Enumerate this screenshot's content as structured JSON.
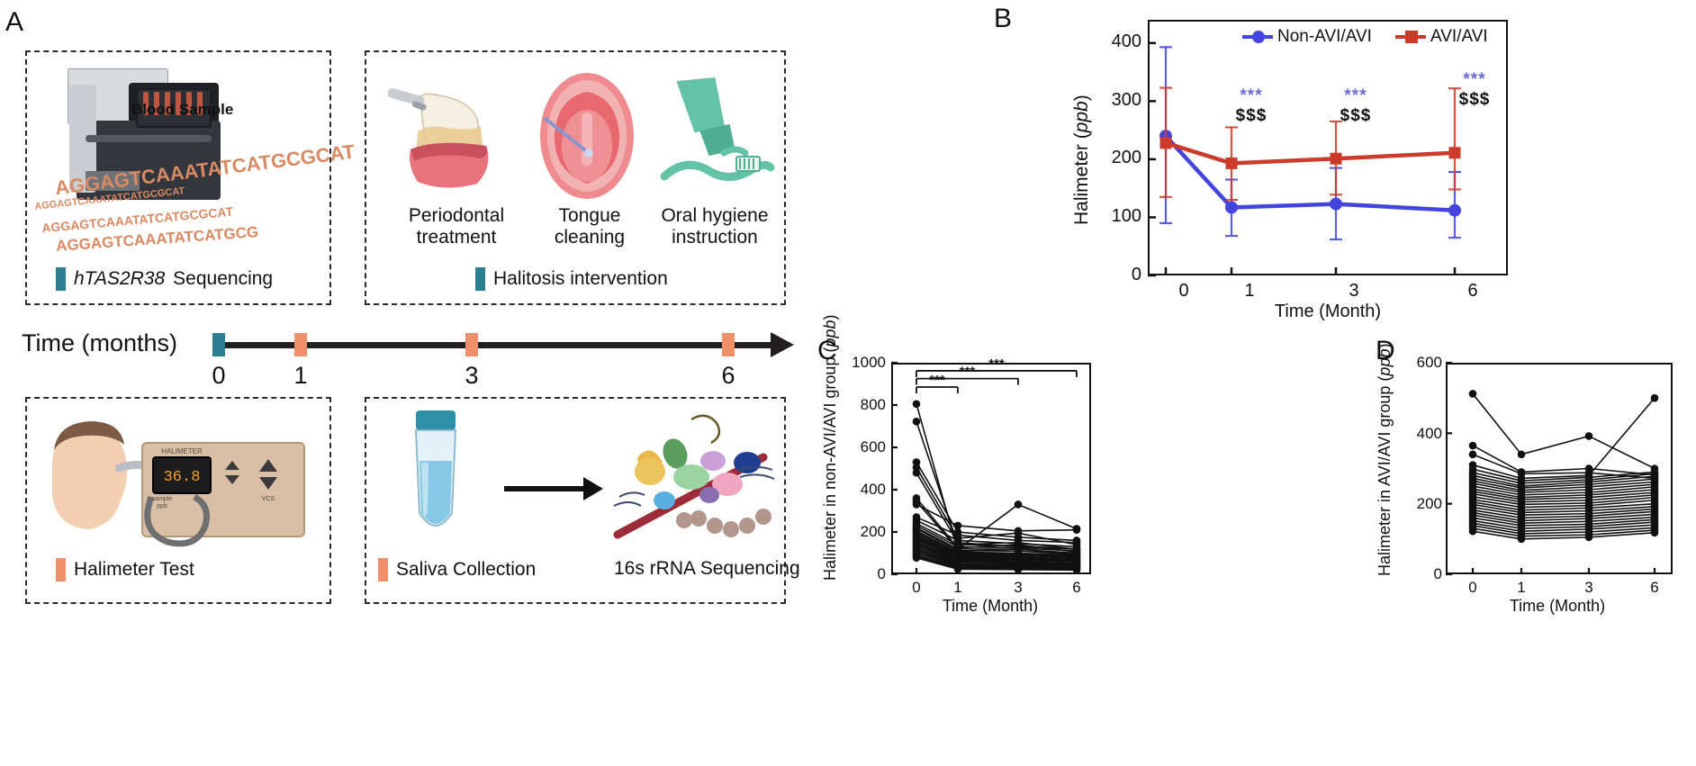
{
  "panels": {
    "a": {
      "letter": "A"
    },
    "b": {
      "letter": "B"
    },
    "c": {
      "letter": "C"
    },
    "d": {
      "letter": "D"
    }
  },
  "panel_a": {
    "box1": {
      "caption": "Sequencing",
      "caption_italic": "hTAS2R38",
      "swatch_color": "#2a7f93",
      "blood_label": "Blood Sample",
      "dna_lines": [
        "AGGAGTCAAATATCATGCGCAT",
        "AGGAGTCAAATATCATGCGCAT",
        "AGGAGTCAAATATCATGCG",
        "AGGAGTCAAATATCATGCGCAT"
      ]
    },
    "box2": {
      "caption": "Halitosis intervention",
      "swatch_color": "#2a7f93",
      "items": [
        {
          "line1": "Periodontal",
          "line2": "treatment"
        },
        {
          "line1": "Tongue",
          "line2": "cleaning"
        },
        {
          "line1": "Oral hygiene",
          "line2": "instruction"
        }
      ]
    },
    "box3": {
      "caption": "Halimeter Test",
      "swatch_color": "#f0906a",
      "device_text": "HALIMETER",
      "device_reading": "36.8",
      "device_sub": "ppb"
    },
    "box4": {
      "caption_left": "Saliva Collection",
      "caption_right": "16s rRNA Sequencing",
      "swatch_color": "#f0906a"
    },
    "timeline": {
      "label": "Time (months)",
      "ticks": [
        "0",
        "1",
        "3",
        "6"
      ],
      "tick_colors": [
        "#2a7f93",
        "#f0906a",
        "#f0906a",
        "#f0906a"
      ]
    }
  },
  "chart_data": [
    {
      "type": "line",
      "panel": "B",
      "title": "",
      "xlabel": "Time (Month)",
      "ylabel": "Halimeter (ppb)",
      "ylabel_plain": "Halimeter (",
      "ylabel_italic": "ppb",
      "ylabel_tail": ")",
      "x": [
        0,
        1,
        3,
        6
      ],
      "xticklabels": [
        "0",
        "1",
        "3",
        "6"
      ],
      "yticklabels": [
        "0",
        "100",
        "200",
        "300",
        "400"
      ],
      "ylim": [
        0,
        440
      ],
      "xlim": [
        -0.6,
        6.9
      ],
      "grid": false,
      "legend_position": "top-center",
      "series": [
        {
          "name": "Non-AVI/AVI",
          "color": "#4343dd",
          "marker": "circle",
          "values": [
            240,
            117,
            123,
            112
          ],
          "err_low": [
            90,
            68,
            62,
            65
          ],
          "err_high": [
            393,
            165,
            185,
            178
          ]
        },
        {
          "name": "AVI/AVI",
          "color": "#cb3a2b",
          "marker": "square",
          "values": [
            228,
            193,
            201,
            211
          ],
          "err_low": [
            135,
            130,
            139,
            148
          ],
          "err_high": [
            323,
            255,
            265,
            322
          ]
        }
      ],
      "annotations": [
        {
          "x": 1,
          "star": "***",
          "dollar": "$$$",
          "star_color": "#6a6ae0"
        },
        {
          "x": 3,
          "star": "***",
          "dollar": "$$$",
          "star_color": "#6a6ae0"
        },
        {
          "x": 6,
          "star": "***",
          "dollar": "$$$",
          "star_color": "#6a6ae0"
        }
      ]
    },
    {
      "type": "line",
      "panel": "C",
      "xlabel": "Time (Month)",
      "ylabel_plain": "Halimeter in non-AVI/AVI group (",
      "ylabel_italic": "ppb",
      "ylabel_tail": ")",
      "x": [
        0,
        1,
        3,
        6
      ],
      "xticklabels": [
        "0",
        "1",
        "3",
        "6"
      ],
      "yticklabels": [
        "0",
        "200",
        "400",
        "600",
        "800",
        "1000"
      ],
      "ylim": [
        0,
        1000
      ],
      "grid": false,
      "brackets": [
        {
          "from": 0,
          "to": 1,
          "label": "***"
        },
        {
          "from": 0,
          "to": 3,
          "label": "***"
        },
        {
          "from": 0,
          "to": 6,
          "label": "***"
        }
      ],
      "subjects": [
        [
          805,
          108,
          120,
          95
        ],
        [
          722,
          140,
          150,
          118
        ],
        [
          530,
          200,
          175,
          160
        ],
        [
          505,
          170,
          195,
          140
        ],
        [
          480,
          150,
          130,
          120
        ],
        [
          360,
          125,
          140,
          105
        ],
        [
          345,
          118,
          330,
          215
        ],
        [
          330,
          230,
          205,
          210
        ],
        [
          270,
          185,
          160,
          150
        ],
        [
          255,
          160,
          145,
          130
        ],
        [
          240,
          140,
          135,
          118
        ],
        [
          230,
          130,
          125,
          110
        ],
        [
          220,
          120,
          118,
          100
        ],
        [
          215,
          112,
          110,
          95
        ],
        [
          205,
          105,
          100,
          90
        ],
        [
          198,
          100,
          95,
          85
        ],
        [
          190,
          95,
          90,
          80
        ],
        [
          182,
          90,
          88,
          78
        ],
        [
          175,
          85,
          82,
          72
        ],
        [
          168,
          82,
          78,
          68
        ],
        [
          160,
          78,
          75,
          65
        ],
        [
          152,
          72,
          70,
          60
        ],
        [
          145,
          68,
          66,
          58
        ],
        [
          138,
          62,
          60,
          52
        ],
        [
          130,
          58,
          56,
          48
        ],
        [
          122,
          52,
          50,
          45
        ],
        [
          115,
          48,
          45,
          40
        ],
        [
          108,
          42,
          40,
          35
        ],
        [
          100,
          38,
          36,
          32
        ],
        [
          92,
          32,
          30,
          28
        ],
        [
          85,
          28,
          26,
          24
        ],
        [
          78,
          24,
          22,
          20
        ]
      ]
    },
    {
      "type": "line",
      "panel": "D",
      "xlabel": "Time (Month)",
      "ylabel_plain": "Halimeter in AVI/AVI group (",
      "ylabel_italic": "ppb",
      "ylabel_tail": ")",
      "x": [
        0,
        1,
        3,
        6
      ],
      "xticklabels": [
        "0",
        "1",
        "3",
        "6"
      ],
      "yticklabels": [
        "0",
        "200",
        "400",
        "600"
      ],
      "ylim": [
        0,
        600
      ],
      "grid": false,
      "subjects": [
        [
          512,
          340,
          392,
          300
        ],
        [
          365,
          290,
          300,
          282
        ],
        [
          340,
          285,
          288,
          272
        ],
        [
          310,
          272,
          280,
          500
        ],
        [
          298,
          265,
          275,
          290
        ],
        [
          288,
          258,
          268,
          285
        ],
        [
          280,
          250,
          262,
          278
        ],
        [
          272,
          245,
          255,
          270
        ],
        [
          265,
          238,
          248,
          262
        ],
        [
          258,
          232,
          240,
          255
        ],
        [
          250,
          225,
          232,
          248
        ],
        [
          242,
          218,
          225,
          240
        ],
        [
          235,
          212,
          218,
          232
        ],
        [
          228,
          205,
          210,
          225
        ],
        [
          220,
          198,
          202,
          218
        ],
        [
          212,
          190,
          195,
          210
        ],
        [
          205,
          182,
          188,
          200
        ],
        [
          198,
          175,
          180,
          192
        ],
        [
          190,
          168,
          172,
          185
        ],
        [
          182,
          160,
          165,
          178
        ],
        [
          175,
          152,
          158,
          170
        ],
        [
          168,
          145,
          150,
          162
        ],
        [
          160,
          138,
          142,
          155
        ],
        [
          152,
          130,
          135,
          148
        ],
        [
          145,
          122,
          128,
          140
        ],
        [
          138,
          115,
          120,
          132
        ],
        [
          130,
          108,
          112,
          125
        ],
        [
          122,
          100,
          105,
          118
        ]
      ]
    }
  ]
}
